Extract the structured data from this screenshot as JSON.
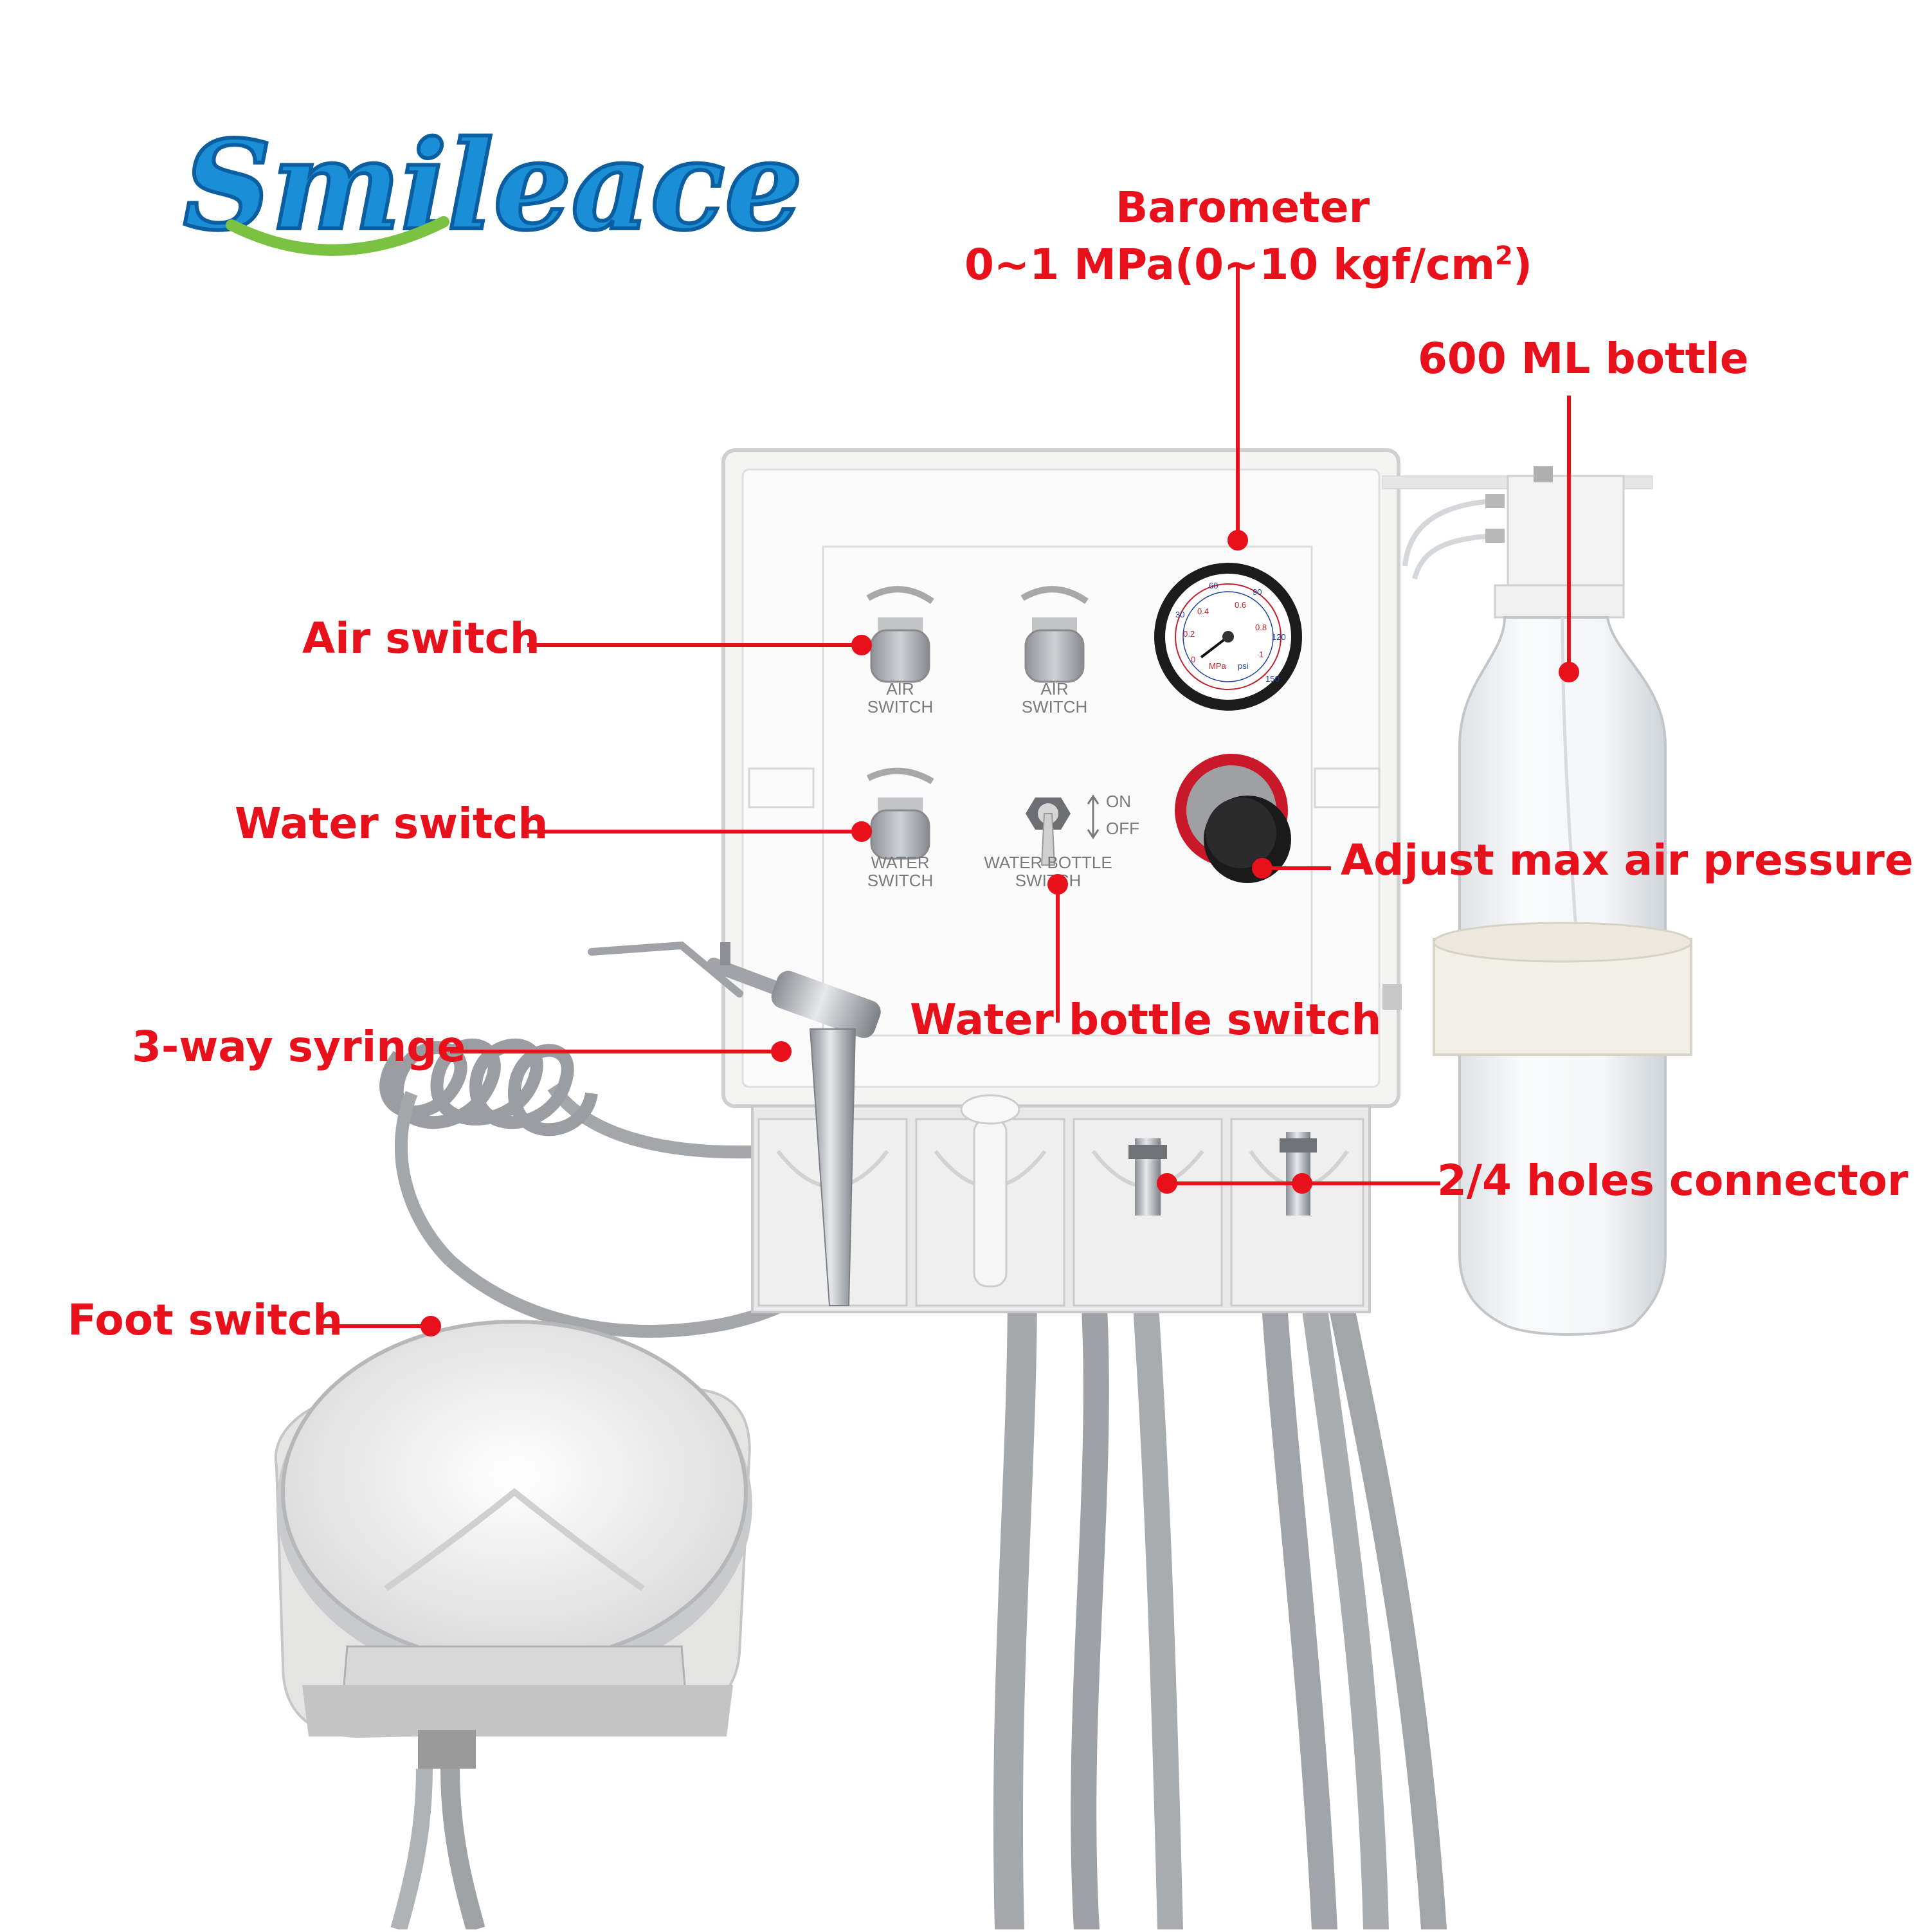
{
  "brand": {
    "logo_text": "Smileace",
    "colors": {
      "logo_blue": "#1a8fd8",
      "logo_green": "#7cc242",
      "callout_red": "#e8101a"
    }
  },
  "callouts": {
    "barometer_title": "Barometer",
    "barometer_range": "0~1 MPa(0~10 kgf/cm",
    "barometer_sup": "2",
    "barometer_close": ")",
    "bottle": "600 ML bottle",
    "air_switch": "Air switch",
    "water_switch": "Water switch",
    "adjust_pressure": "Adjust max air pressure",
    "water_bottle_switch": "Water bottle switch",
    "syringe": "3-way syringe",
    "connector": "2/4 holes connector",
    "foot_switch": "Foot switch"
  },
  "panel_labels": {
    "air_1": [
      "AIR",
      "SWITCH"
    ],
    "air_2": [
      "AIR",
      "SWITCH"
    ],
    "water": [
      "WATER",
      "SWITCH"
    ],
    "bottle_switch": [
      "WATER BOTTLE",
      "SWITCH"
    ],
    "toggle_on": "ON",
    "toggle_off": "OFF"
  },
  "gauge": {
    "unit_mpa": "MPa",
    "unit_psi": "psi",
    "mpa_ticks": [
      "0",
      "0.2",
      "0.4",
      "0.6",
      "0.8",
      "1"
    ],
    "psi_ticks": [
      "30",
      "60",
      "90",
      "120",
      "150"
    ]
  },
  "icons": [
    "logo-smile-icon",
    "pressure-gauge-icon",
    "toggle-switch-icon",
    "valve-knob-icon",
    "regulator-knob-icon"
  ]
}
